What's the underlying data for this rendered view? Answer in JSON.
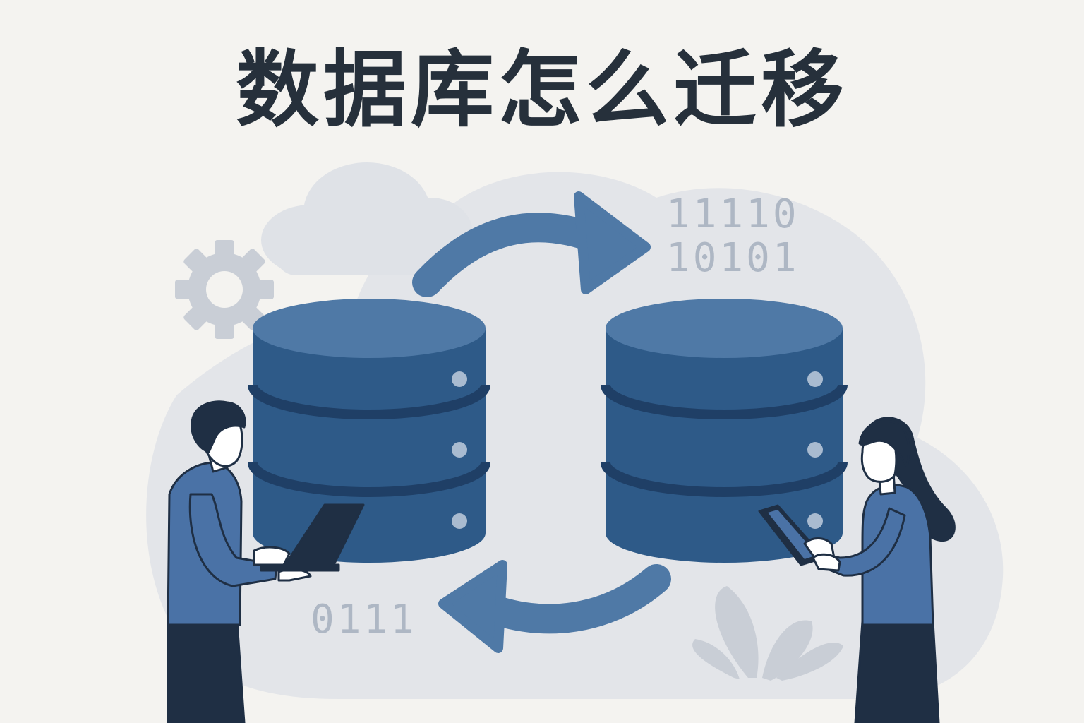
{
  "title": "数据库怎么迁移",
  "binary": {
    "top_line1": "11110",
    "top_line2": "10101",
    "bottom": "0111"
  },
  "colors": {
    "background": "#f4f3f0",
    "backdrop": "#e3e5e9",
    "db_side": "#2e5a88",
    "db_top": "#4f79a6",
    "db_band": "#1f3f66",
    "arrow": "#4f79a6",
    "person_shirt": "#4a72a6",
    "person_pants": "#1f2f44",
    "gray_icon": "#c9ced6"
  },
  "icons": [
    "gear-icon",
    "cloud-icon",
    "plant-icon",
    "sync-arrow-icon"
  ]
}
